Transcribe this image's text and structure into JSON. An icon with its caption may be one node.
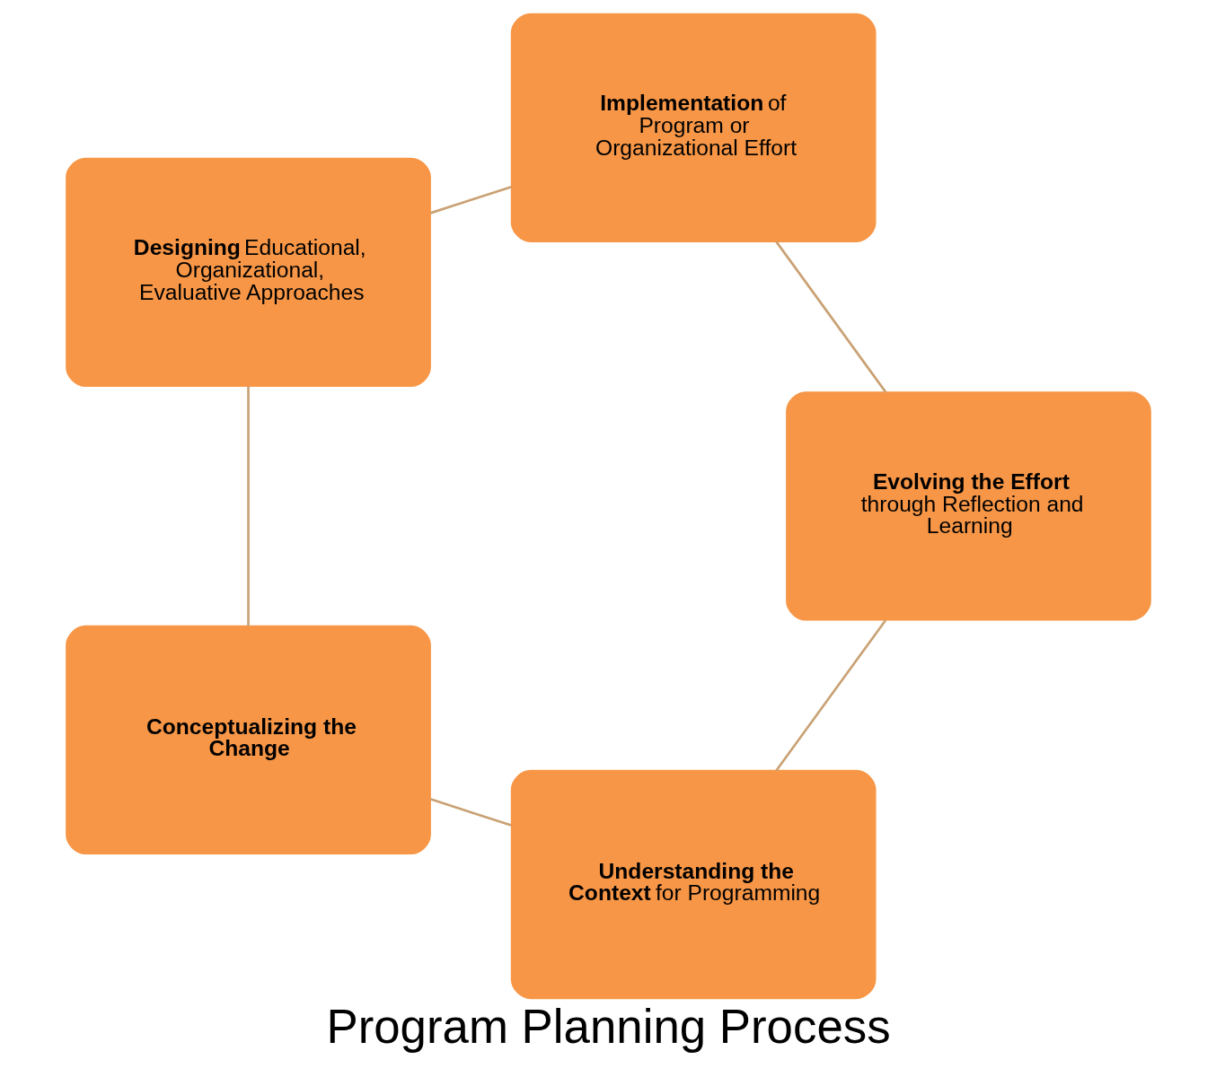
{
  "diagram": {
    "title": "Program Planning Process",
    "nodes": [
      {
        "text": [
          "**Understanding the Context** for Programming"
        ]
      },
      {
        "text": [
          "Conceptualizing the Change"
        ]
      },
      {
        "text": [
          "**Designing** Educational, Organizational, Evaluative Approaches"
        ]
      },
      {
        "text": [
          "**Implementation** of Program or Organizational Effort"
        ]
      },
      {
        "text": [
          "**Evolving the Effort** through Reflection and Learning"
        ]
      }
    ],
    "edges": [
      {
        "from": 0,
        "to": 1,
        "arrow": "none"
      },
      {
        "from": 1,
        "to": 2,
        "arrow": "none"
      },
      {
        "from": 2,
        "to": 3,
        "arrow": "none"
      },
      {
        "from": 3,
        "to": 4,
        "arrow": "none"
      },
      {
        "from": 4,
        "to": 0,
        "arrow": "none"
      }
    ]
  }
}
